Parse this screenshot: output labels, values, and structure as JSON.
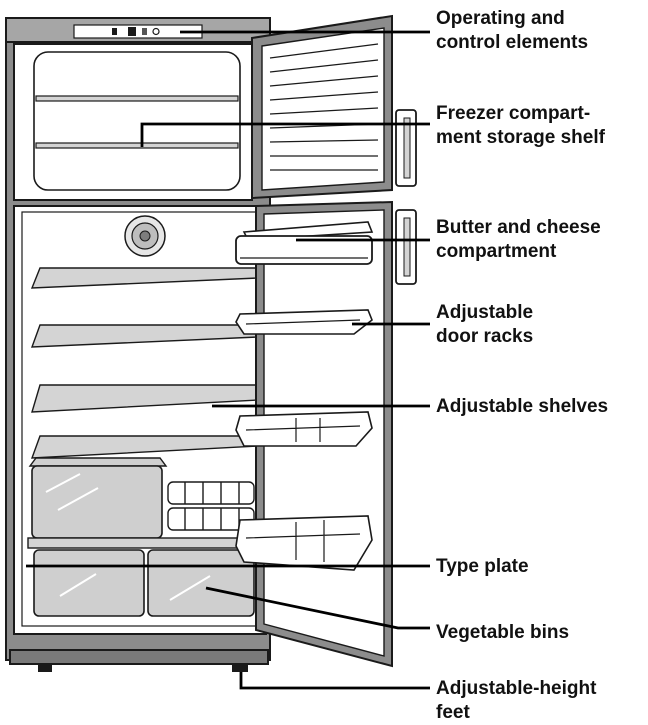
{
  "diagram": {
    "labels": [
      {
        "id": "operating-control",
        "lines": [
          "Operating and",
          "control elements"
        ]
      },
      {
        "id": "freezer-shelf",
        "lines": [
          "Freezer compart-",
          "ment storage shelf"
        ]
      },
      {
        "id": "butter-cheese",
        "lines": [
          "Butter and cheese",
          "compartment"
        ]
      },
      {
        "id": "door-racks",
        "lines": [
          "Adjustable",
          "door racks"
        ]
      },
      {
        "id": "shelves",
        "lines": [
          "Adjustable shelves"
        ]
      },
      {
        "id": "type-plate",
        "lines": [
          "Type plate"
        ]
      },
      {
        "id": "vegetable-bins",
        "lines": [
          "Vegetable bins"
        ]
      },
      {
        "id": "height-feet",
        "lines": [
          "Adjustable-height",
          "feet"
        ]
      }
    ],
    "colors": {
      "outline": "#1a1a1a",
      "cabinet_gray": "#8c8c8c",
      "interior": "#ffffff",
      "shelf_fill": "#d4d4d4",
      "bin_fill": "#cfcfcf",
      "leader": "#000000",
      "label_text": "#111111"
    }
  }
}
